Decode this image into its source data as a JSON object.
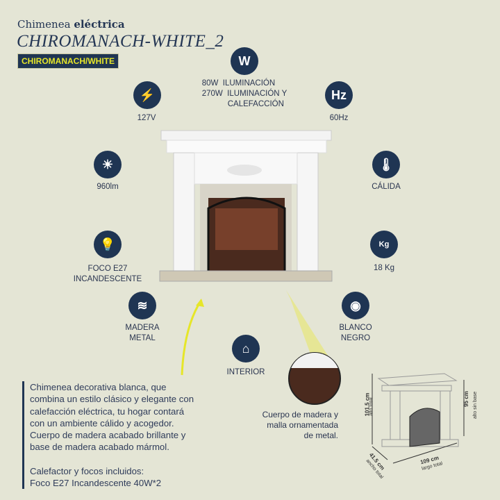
{
  "header": {
    "title_regular": "Chimenea",
    "title_bold": "eléctrica",
    "model": "CHIROMANACH-WHITE_2",
    "badge": "CHIROMANACH/WHITE"
  },
  "specs": {
    "power": {
      "icon": "W",
      "line1": "80W  ILUMINACIÓN",
      "line2": "270W  ILUMINACIÓN Y",
      "line3": "CALEFACCIÓN"
    },
    "voltage": "127V",
    "frequency": {
      "icon": "Hz",
      "label": "60Hz"
    },
    "lumens": "960lm",
    "temperature": "CÁLIDA",
    "bulb": {
      "line1": "FOCO E27",
      "line2": "INCANDESCENTE"
    },
    "weight": {
      "icon": "Kg",
      "label": "18 Kg"
    },
    "material": {
      "line1": "MADERA",
      "line2": "METAL"
    },
    "color": {
      "line1": "BLANCO",
      "line2": "NEGRO"
    },
    "use": "INTERIOR"
  },
  "description": {
    "lines": [
      "Chimenea decorativa blanca, que",
      "combina un estilo clásico y elegante con",
      "calefacción eléctrica, tu hogar contará",
      "con un ambiente cálido y acogedor.",
      "Cuerpo de madera acabado brillante y",
      "base de madera acabado mármol."
    ],
    "included_label": "Calefactor y focos incluidos:",
    "included_item": "Foco E27 Incandescente 40W*2"
  },
  "detail_caption": [
    "Cuerpo de madera y",
    "malla ornamentada",
    "de metal."
  ],
  "dimensions": {
    "height_total": "101.5 cm",
    "height_total_label": "alto total",
    "height_no_base": "95 cm",
    "height_no_base_label": "alto sin base",
    "width": "41.5 cm",
    "width_label": "ancho total",
    "length": "109 cm",
    "length_label": "largo total"
  },
  "colors": {
    "navy": "#1f3553",
    "yellow": "#e6e629",
    "background": "#e4e5d5"
  }
}
